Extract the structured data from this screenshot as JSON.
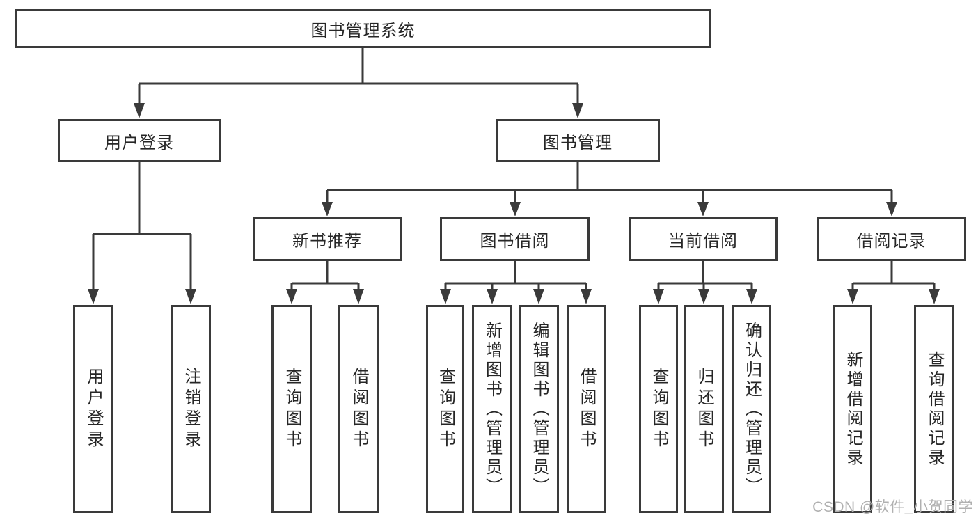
{
  "diagram": {
    "type": "hierarchy-tree",
    "colors": {
      "line": "#3a3a3a",
      "box_border": "#3a3a3a",
      "box_fill": "#ffffff",
      "text": "#262626",
      "watermark": "#b0b0b0",
      "background": "#ffffff"
    },
    "tree": {
      "label": "图书管理系统",
      "children": [
        {
          "label": "用户登录",
          "children": [
            {
              "label": "用户登录"
            },
            {
              "label": "注销登录"
            }
          ]
        },
        {
          "label": "图书管理",
          "children": [
            {
              "label": "新书推荐",
              "children": [
                {
                  "label": "查询图书"
                },
                {
                  "label": "借阅图书"
                }
              ]
            },
            {
              "label": "图书借阅",
              "children": [
                {
                  "label": "查询图书"
                },
                {
                  "label": "新增图书（管理员）"
                },
                {
                  "label": "编辑图书（管理员）"
                },
                {
                  "label": "借阅图书"
                }
              ]
            },
            {
              "label": "当前借阅",
              "children": [
                {
                  "label": "查询图书"
                },
                {
                  "label": "归还图书"
                },
                {
                  "label": "确认归还（管理员）"
                }
              ]
            },
            {
              "label": "借阅记录",
              "children": [
                {
                  "label": "新增借阅记录"
                },
                {
                  "label": "查询借阅记录"
                }
              ]
            }
          ]
        }
      ]
    },
    "watermark": {
      "text": "CSDN @软件_小贺同学"
    }
  }
}
